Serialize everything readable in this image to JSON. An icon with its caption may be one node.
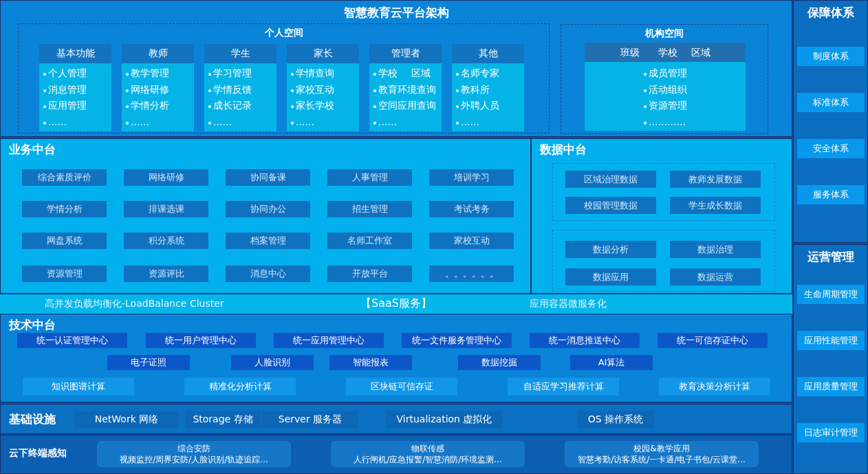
{
  "diagram": {
    "nodes": [
      {
        "text": [
          "智慧教育云平台架构"
        ]
      },
      {
        "text": [
          "个人空间"
        ],
        "in": 0
      },
      {
        "text": [
          "基本功能",
          "个人管理",
          "消息管理",
          "应用管理",
          "……"
        ],
        "in": 1
      },
      {
        "text": [
          "教师",
          "教学管理",
          "网络研修",
          "学情分析",
          "……"
        ],
        "in": 1
      },
      {
        "text": [
          "学生",
          "学习管理",
          "学情反馈",
          "成长记录",
          "……"
        ],
        "in": 1
      },
      {
        "text": [
          "家长",
          "学情查询",
          "家校互动",
          "家长学校",
          "……"
        ],
        "in": 1
      },
      {
        "text": [
          "管理者",
          "学校 区域",
          "教育环境查询",
          "空间应用查询",
          "……"
        ],
        "in": 1
      },
      {
        "text": [
          "其他",
          "名师专家",
          "教科所",
          "外聘人员",
          "……"
        ],
        "in": 1
      },
      {
        "text": [
          "机构空间"
        ],
        "in": 0
      },
      {
        "text": [
          "班级",
          "学校",
          "区域",
          "成员管理",
          "活动组织",
          "资源管理",
          "…………"
        ],
        "in": 8
      },
      {
        "text": [
          "业务中台"
        ]
      },
      {
        "text": [
          "综合素质评价"
        ],
        "in": 10
      },
      {
        "text": [
          "网络研修"
        ],
        "in": 10
      },
      {
        "text": [
          "协同备课"
        ],
        "in": 10
      },
      {
        "text": [
          "人事管理"
        ],
        "in": 10
      },
      {
        "text": [
          "培训学习"
        ],
        "in": 10
      },
      {
        "text": [
          "学情分析"
        ],
        "in": 10
      },
      {
        "text": [
          "排课选课"
        ],
        "in": 10
      },
      {
        "text": [
          "协同办公"
        ],
        "in": 10
      },
      {
        "text": [
          "招生管理"
        ],
        "in": 10
      },
      {
        "text": [
          "考试考务"
        ],
        "in": 10
      },
      {
        "text": [
          "网盘系统"
        ],
        "in": 10
      },
      {
        "text": [
          "积分系统"
        ],
        "in": 10
      },
      {
        "text": [
          "档案管理"
        ],
        "in": 10
      },
      {
        "text": [
          "名师工作室"
        ],
        "in": 10
      },
      {
        "text": [
          "家校互动"
        ],
        "in": 10
      },
      {
        "text": [
          "资源管理"
        ],
        "in": 10
      },
      {
        "text": [
          "资源评比"
        ],
        "in": 10
      },
      {
        "text": [
          "消息中心"
        ],
        "in": 10
      },
      {
        "text": [
          "开放平台"
        ],
        "in": 10
      },
      {
        "text": [
          "。。。。。。"
        ],
        "in": 10
      },
      {
        "text": [
          "数据中台"
        ]
      },
      {
        "text": [],
        "shape": "box",
        "in": 31
      },
      {
        "text": [
          "区域治理数据"
        ],
        "in": 32
      },
      {
        "text": [
          "教师发展数据"
        ],
        "in": 32
      },
      {
        "text": [
          "校园管理数据"
        ],
        "in": 32
      },
      {
        "text": [
          "学生成长数据"
        ],
        "in": 32
      },
      {
        "text": [],
        "shape": "box",
        "in": 31
      },
      {
        "text": [
          "数据分析"
        ],
        "in": 37
      },
      {
        "text": [
          "数据治理"
        ],
        "in": 37
      },
      {
        "text": [
          "数据应用"
        ],
        "in": 37
      },
      {
        "text": [
          "数据运营"
        ],
        "in": 37
      },
      {
        "text": [
          "高并发负载均衡化-LoadBalance Cluster",
          "【SaaS服务】",
          "应用容器微服务化"
        ]
      },
      {
        "text": [
          "技术中台"
        ]
      },
      {
        "text": [
          "统一认证管理中心"
        ],
        "in": 43
      },
      {
        "text": [
          "统一用户管理中心"
        ],
        "in": 43
      },
      {
        "text": [
          "统一应用管理中心"
        ],
        "in": 43
      },
      {
        "text": [
          "统一文件服务管理中心"
        ],
        "in": 43
      },
      {
        "text": [
          "统一消息推送中心"
        ],
        "in": 43
      },
      {
        "text": [
          "统一可信存证中心"
        ],
        "in": 43
      },
      {
        "text": [
          "电子证照"
        ],
        "in": 43
      },
      {
        "text": [
          "人脸识别"
        ],
        "in": 43
      },
      {
        "text": [
          "智能报表"
        ],
        "in": 43
      },
      {
        "text": [
          "数据挖掘"
        ],
        "in": 43
      },
      {
        "text": [
          "AI算法"
        ],
        "in": 43
      },
      {
        "text": [
          "知识图谱计算"
        ],
        "in": 43
      },
      {
        "text": [
          "精准化分析计算"
        ],
        "in": 43
      },
      {
        "text": [
          "区块链可信存证"
        ],
        "in": 43
      },
      {
        "text": [
          "自适应学习推荐计算"
        ],
        "in": 43
      },
      {
        "text": [
          "教育决策分析计算"
        ],
        "in": 43
      },
      {
        "text": [
          "基础设施"
        ]
      },
      {
        "text": [
          "NetWork 网络"
        ],
        "in": 60
      },
      {
        "text": [
          "Storage 存储"
        ],
        "in": 60
      },
      {
        "text": [
          "Server 服务器"
        ],
        "in": 60
      },
      {
        "text": [
          "Virtualization 虚拟化"
        ],
        "in": 60
      },
      {
        "text": [
          "OS 操作系统"
        ],
        "in": 60
      },
      {
        "text": [
          "云下终端感知"
        ]
      },
      {
        "text": [
          "综合安防",
          "视频监控/周界安防/人脸识别/轨迹追踪..."
        ],
        "in": 66
      },
      {
        "text": [
          "物联传感",
          "人行闸机/应急报警/智慧消防/环境监测..."
        ],
        "in": 66
      },
      {
        "text": [
          "校园&教学应用",
          "智慧考勤/访客系统/一卡通/电子书包/云课堂..."
        ],
        "in": 66
      },
      {
        "text": [
          "保障体系"
        ]
      },
      {
        "text": [
          "制度体系"
        ],
        "in": 70
      },
      {
        "text": [
          "标准体系"
        ],
        "in": 70
      },
      {
        "text": [
          "安全体系"
        ],
        "in": 70
      },
      {
        "text": [
          "服务体系"
        ],
        "in": 70
      },
      {
        "text": [
          "运营管理"
        ]
      },
      {
        "text": [
          "生命周期管理"
        ],
        "in": 75
      },
      {
        "text": [
          "应用性能管理"
        ],
        "in": 75
      },
      {
        "text": [
          "应用质量管理"
        ],
        "in": 75
      },
      {
        "text": [
          "日志审计管理"
        ],
        "in": 75
      }
    ]
  }
}
